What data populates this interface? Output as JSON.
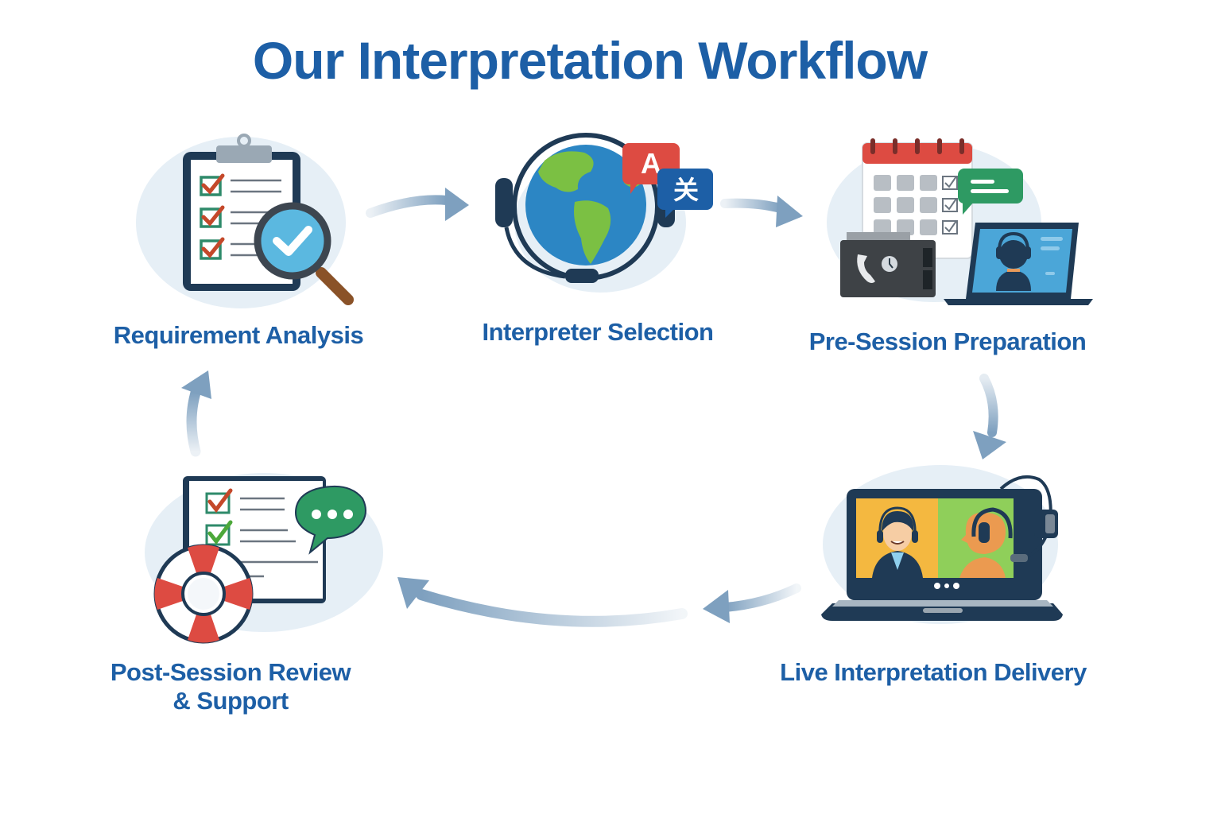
{
  "title": "Our Interpretation Workflow",
  "colors": {
    "title": "#1d5fa6",
    "label": "#1d5fa6",
    "arrow": "#7ea0bf",
    "blob": "#e6eff6",
    "navy": "#1f3a55",
    "red": "#dd4b42",
    "green": "#2e9a63",
    "globe_blue": "#2c86c4",
    "land_green": "#7bc043"
  },
  "steps": [
    {
      "id": "requirement-analysis",
      "label": "Requirement Analysis",
      "icon": "clipboard-magnifier-icon"
    },
    {
      "id": "interpreter-selection",
      "label": "Interpreter Selection",
      "icon": "globe-headset-icon",
      "badges": [
        "A",
        "关"
      ]
    },
    {
      "id": "pre-session-preparation",
      "label": "Pre-Session Preparation",
      "icon": "calendar-laptop-icon"
    },
    {
      "id": "live-interpretation-delivery",
      "label": "Live Interpretation Delivery",
      "icon": "video-call-laptop-icon"
    },
    {
      "id": "post-session-review",
      "label_line1": "Post-Session Review",
      "label_line2": "& Support",
      "icon": "checklist-lifebuoy-icon"
    }
  ],
  "flow": [
    "Requirement Analysis",
    "Interpreter Selection",
    "Pre-Session Preparation",
    "Live Interpretation Delivery",
    "Post-Session Review & Support"
  ]
}
